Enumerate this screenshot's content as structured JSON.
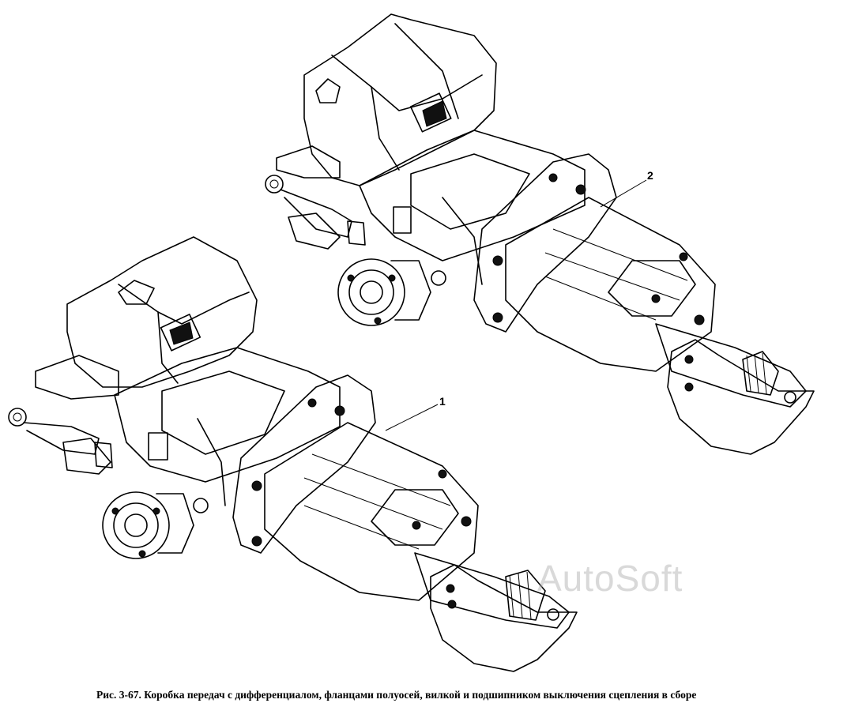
{
  "figure": {
    "caption": "Рис. 3-67. Коробка передач с дифференциалом, фланцами полуосей, вилкой и подшипником выключения сцепления в сборе",
    "callouts": [
      "1",
      "2"
    ],
    "watermark": "AutoSoft"
  }
}
